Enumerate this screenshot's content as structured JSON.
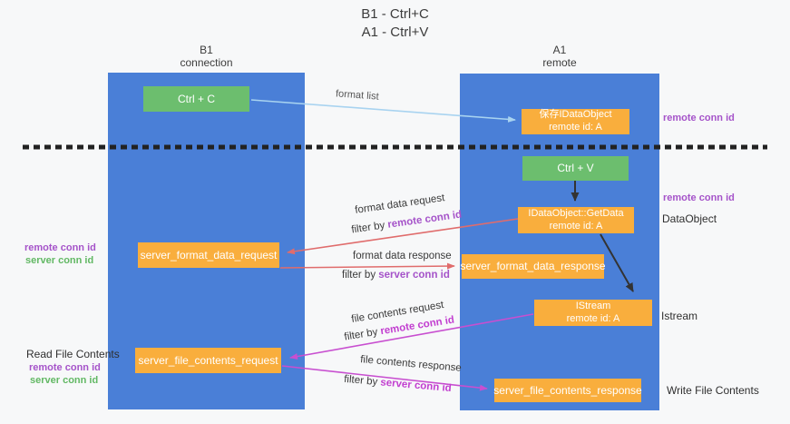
{
  "title": {
    "line1": "B1 - Ctrl+C",
    "line2": "A1 - Ctrl+V"
  },
  "columns": {
    "left": {
      "name": "B1",
      "role": "connection"
    },
    "right": {
      "name": "A1",
      "role": "remote"
    }
  },
  "boxes": {
    "ctrl_c": {
      "label": "Ctrl + C"
    },
    "ctrl_v": {
      "label": "Ctrl + V"
    },
    "save_idataobject": {
      "line1": "保存IDataObject",
      "line2": "remote id: A"
    },
    "getdata": {
      "line1": "IDataObject::GetData",
      "line2": "remote id: A"
    },
    "istream": {
      "line1": "IStream",
      "line2": "remote id: A"
    },
    "server_format_data_request": {
      "label": "server_format_data_request"
    },
    "server_format_data_response": {
      "label": "server_format_data_response"
    },
    "server_file_contents_request": {
      "label": "server_file_contents_request"
    },
    "server_file_contents_response": {
      "label": "server_file_contents_response"
    }
  },
  "arrow_labels": {
    "format_list": "format list",
    "format_data_request": "format data request",
    "format_data_response": "format data response",
    "file_contents_request": "file contents request",
    "file_contents_response": "file contents response",
    "filter_by": "filter by ",
    "remote_conn_id": "remote conn id",
    "server_conn_id": "server conn id"
  },
  "side_labels": {
    "remote_conn_id": "remote conn id",
    "server_conn_id": "server conn id",
    "dataobject": "DataObject",
    "istream": "Istream",
    "read_file_contents": "Read File Contents",
    "write_file_contents": "Write File Contents"
  },
  "colors": {
    "column_blue": "#4a7fd7",
    "box_green": "#6cbe6e",
    "box_orange": "#f9ae3d",
    "arrow_red": "#e06c6c",
    "arrow_magenta": "#c84fd0",
    "arrow_light_blue": "#a8d3f0",
    "arrow_black": "#333333",
    "label_purple": "#a553c9",
    "label_green": "#62b864"
  }
}
